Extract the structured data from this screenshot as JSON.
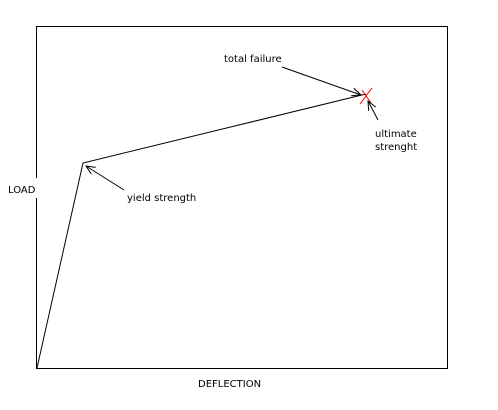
{
  "diagram": {
    "x_axis_label": "DEFLECTION",
    "y_axis_label": "LOAD",
    "annotations": {
      "total_failure": "total failure",
      "yield_strength": "yield strength",
      "ultimate_line1": "ultimate",
      "ultimate_line2": "strenght"
    },
    "colors": {
      "line": "#000000",
      "failure_mark": "#ff0000",
      "background": "#ffffff"
    }
  }
}
